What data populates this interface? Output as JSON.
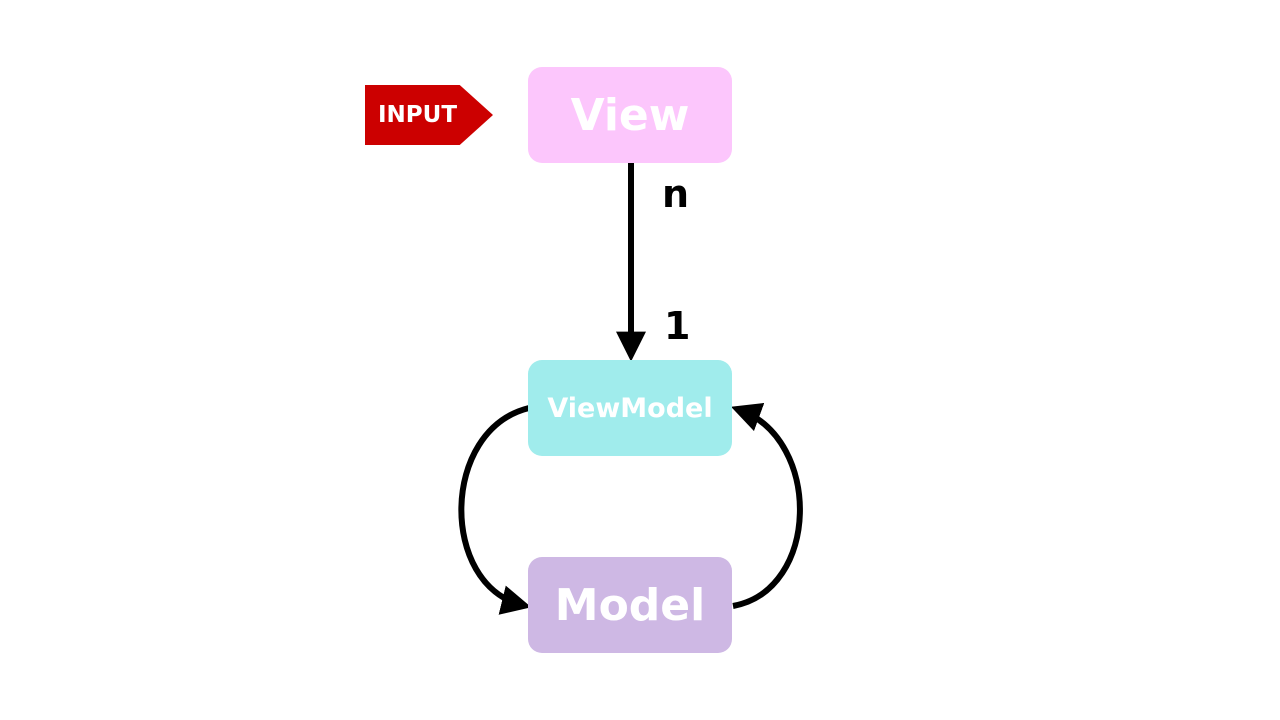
{
  "diagram": {
    "input_label": "INPUT",
    "nodes": {
      "view": {
        "label": "View",
        "color": "#fcc6fc"
      },
      "viewmodel": {
        "label": "ViewModel",
        "color": "#a0ecec"
      },
      "model": {
        "label": "Model",
        "color": "#ceb8e4"
      }
    },
    "multiplicity": {
      "view_side": "n",
      "viewmodel_side": "1"
    },
    "colors": {
      "input_tag": "#cc0000",
      "edge": "#000000"
    }
  }
}
